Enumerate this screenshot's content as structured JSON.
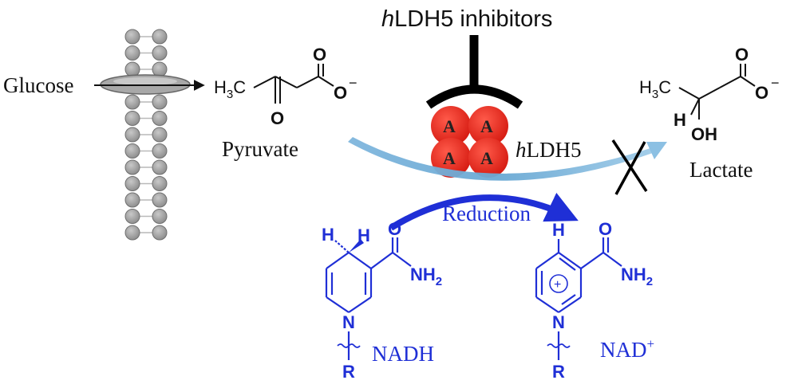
{
  "labels": {
    "inhibitor_prefix": "h",
    "inhibitor_rest": "LDH5 inhibitors",
    "glucose": "Glucose",
    "pyruvate": "Pyruvate",
    "lactate": "Lactate",
    "enzyme_prefix": "h",
    "enzyme_rest": "LDH5",
    "subunit": "A",
    "reduction": "Reduction",
    "nadh": "NADH",
    "nad": "NAD",
    "nad_charge": "+"
  },
  "atoms": {
    "h": "H",
    "c": "C",
    "o": "O",
    "n": "N",
    "r": "R",
    "oh": "OH",
    "nh": "NH",
    "sub3": "3",
    "sub2": "2",
    "minus": "−",
    "plus": "+"
  },
  "colors": {
    "arrow_blue": "#1f2fd6",
    "subunit_red": "#e8231a",
    "membrane_gray": "#9c9c9c",
    "flow_arrow": "#6aa9d4"
  }
}
